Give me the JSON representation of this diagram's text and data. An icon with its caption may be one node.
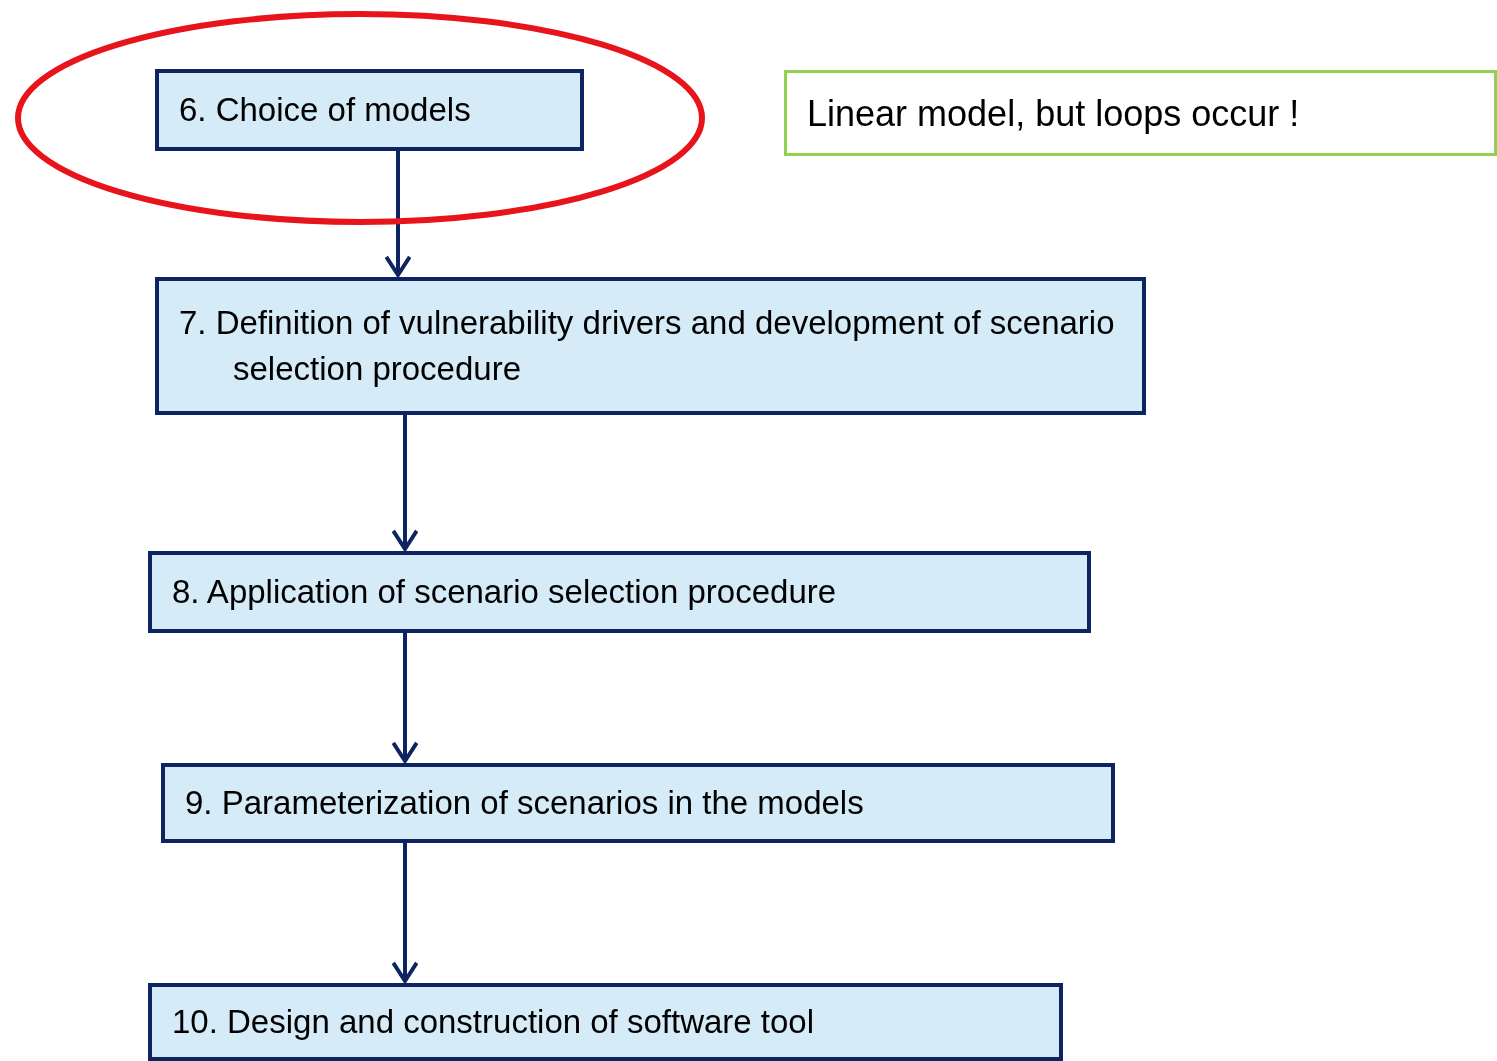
{
  "diagram": {
    "nodes": [
      {
        "text": [
          "6. Choice of models"
        ]
      },
      {
        "text": [
          "7. Definition of vulnerability drivers and development of scenario selection procedure"
        ]
      },
      {
        "text": [
          "8. Application of scenario selection procedure"
        ]
      },
      {
        "text": [
          "9. Parameterization of scenarios in the models"
        ]
      },
      {
        "text": [
          "10. Design and construction of software tool"
        ]
      },
      {
        "text": [
          "Linear model, but loops occur !"
        ]
      }
    ],
    "edges": [
      {
        "from": 0,
        "to": 1,
        "arrow": "to"
      },
      {
        "from": 1,
        "to": 2,
        "arrow": "to"
      },
      {
        "from": 2,
        "to": 3,
        "arrow": "to"
      },
      {
        "from": 3,
        "to": 4,
        "arrow": "to"
      }
    ]
  }
}
